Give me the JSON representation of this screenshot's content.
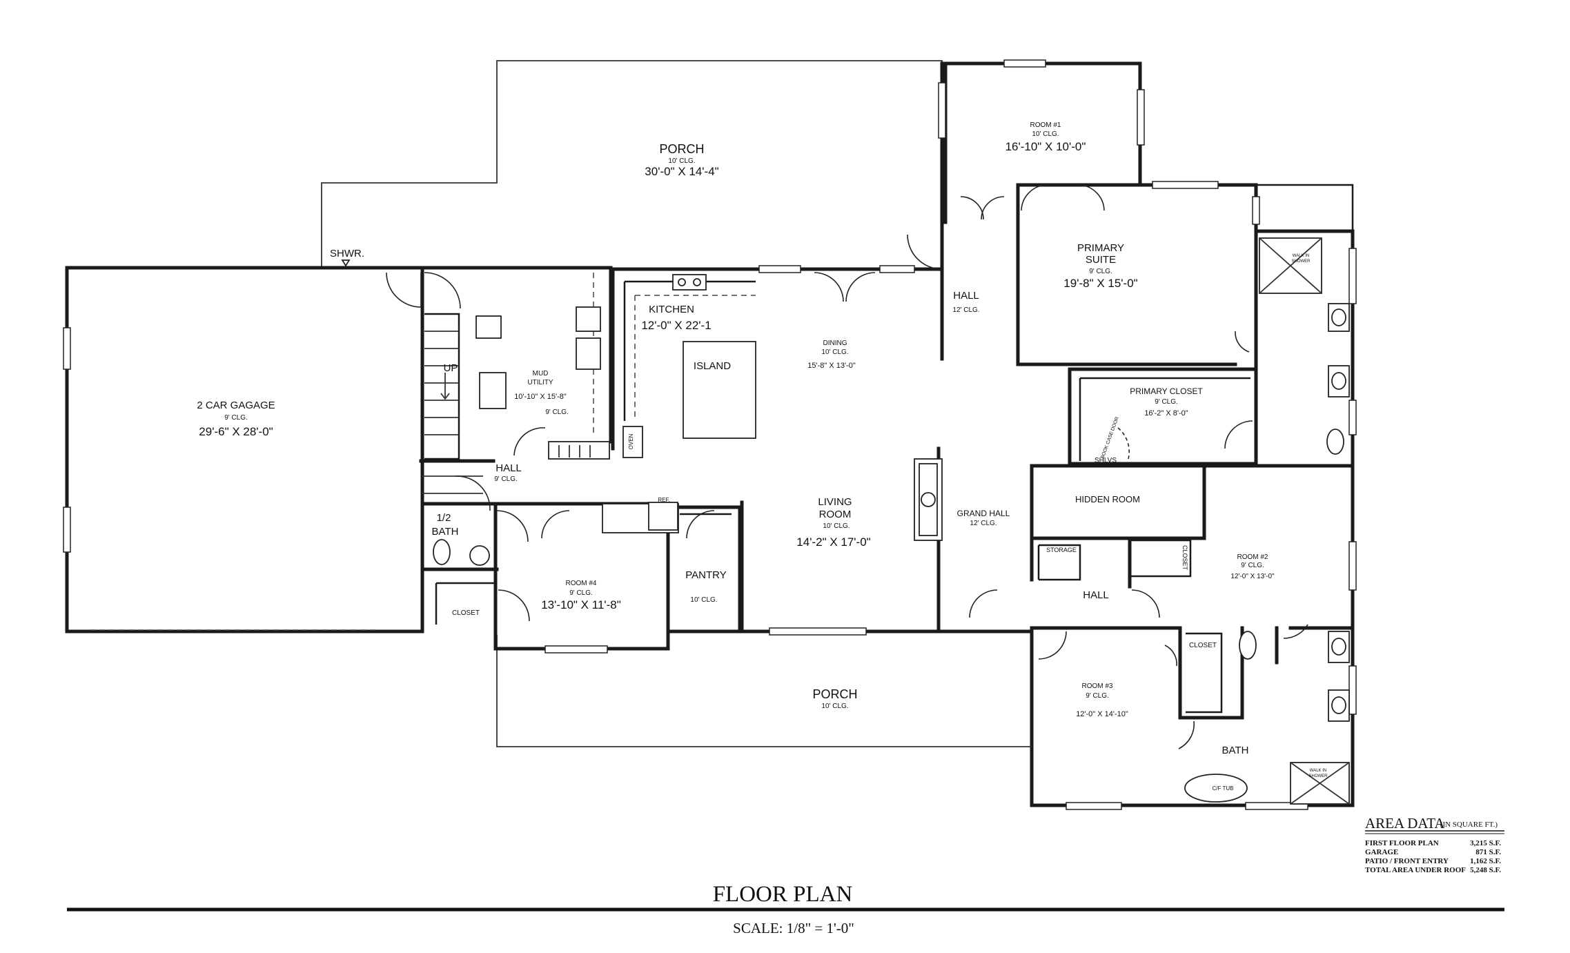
{
  "title": "FLOOR PLAN",
  "scale": "SCALE: 1/8\" = 1'-0\"",
  "rooms": {
    "porch_top": {
      "name": "PORCH",
      "ceiling": "10' CLG.",
      "size": "30'-0\" X 14'-4\""
    },
    "room1": {
      "name": "ROOM #1",
      "ceiling": "10' CLG.",
      "size": "16'-10\" X 10'-0\""
    },
    "primary_suite": {
      "name_line1": "PRIMARY",
      "name_line2": "SUITE",
      "ceiling": "9' CLG.",
      "size": "19'-8\" X 15'-0\""
    },
    "hall_upper": {
      "name": "HALL",
      "ceiling": "12' CLG."
    },
    "kitchen": {
      "name": "KITCHEN",
      "size": "12'-0\" X 22'-1"
    },
    "island": {
      "name": "ISLAND"
    },
    "dining": {
      "name": "DINING",
      "ceiling": "10' CLG.",
      "size": "15'-8\" X 13'-0\""
    },
    "garage": {
      "name": "2 CAR GAGAGE",
      "ceiling": "9' CLG.",
      "size": "29'-6\" X 28'-0\""
    },
    "mud_utility": {
      "name_line1": "MUD",
      "name_line2": "UTILITY",
      "size": "10'-10\" X 15'-8\"",
      "ceiling": "9' CLG."
    },
    "stairs": {
      "label": "UP"
    },
    "hall_left": {
      "name": "HALL",
      "ceiling": "9' CLG."
    },
    "half_bath": {
      "name_line1": "1/2",
      "name_line2": "BATH"
    },
    "closet_left": {
      "name": "CLOSET"
    },
    "room4": {
      "name": "ROOM #4",
      "ceiling": "9' CLG.",
      "size": "13'-10\" X 11'-8\""
    },
    "pantry": {
      "name": "PANTRY",
      "ceiling": "10' CLG."
    },
    "living_room": {
      "name_line1": "LIVING",
      "name_line2": "ROOM",
      "ceiling": "10' CLG.",
      "size": "14'-2\" X 17'-0\""
    },
    "grand_hall": {
      "name": "GRAND HALL",
      "ceiling": "12' CLG."
    },
    "primary_closet": {
      "name": "PRIMARY CLOSET",
      "ceiling": "9' CLG.",
      "size": "16'-2\" X 8'-0\""
    },
    "shelves": {
      "name": "SHLVS"
    },
    "hidden_room": {
      "name": "HIDDEN ROOM"
    },
    "storage": {
      "name": "STORAGE"
    },
    "closet_room2": {
      "name": "CLOSET"
    },
    "room2": {
      "name": "ROOM #2",
      "ceiling": "9' CLG.",
      "size": "12'-0\" X 13'-0\""
    },
    "hall_right": {
      "name": "HALL"
    },
    "closet_room3": {
      "name": "CLOSET"
    },
    "room3": {
      "name": "ROOM #3",
      "ceiling": "9' CLG.",
      "size": "12'-0\"  X  14'-10\""
    },
    "bath": {
      "name": "BATH"
    },
    "porch_bottom": {
      "name": "PORCH",
      "ceiling": "10' CLG."
    }
  },
  "fixtures": {
    "shower_label": "SHWR.",
    "oven": "OVEN",
    "refrigerator": "REF.",
    "bookcase_door": "BOOK CASE DOOR",
    "walk_in_shower_line1": "WALK IN",
    "walk_in_shower_line2": "SHOWER",
    "tub": "C/F TUB"
  },
  "area_data": {
    "heading": "AREA DATA",
    "units": "(IN SQUARE FT.)",
    "rows": [
      {
        "label": "FIRST FLOOR PLAN",
        "value": "3,215 S.F."
      },
      {
        "label": "GARAGE",
        "value": "871 S.F."
      },
      {
        "label": "PATIO / FRONT ENTRY",
        "value": "1,162 S.F."
      },
      {
        "label": "TOTAL AREA UNDER ROOF",
        "value": "5,248 S.F."
      }
    ]
  }
}
